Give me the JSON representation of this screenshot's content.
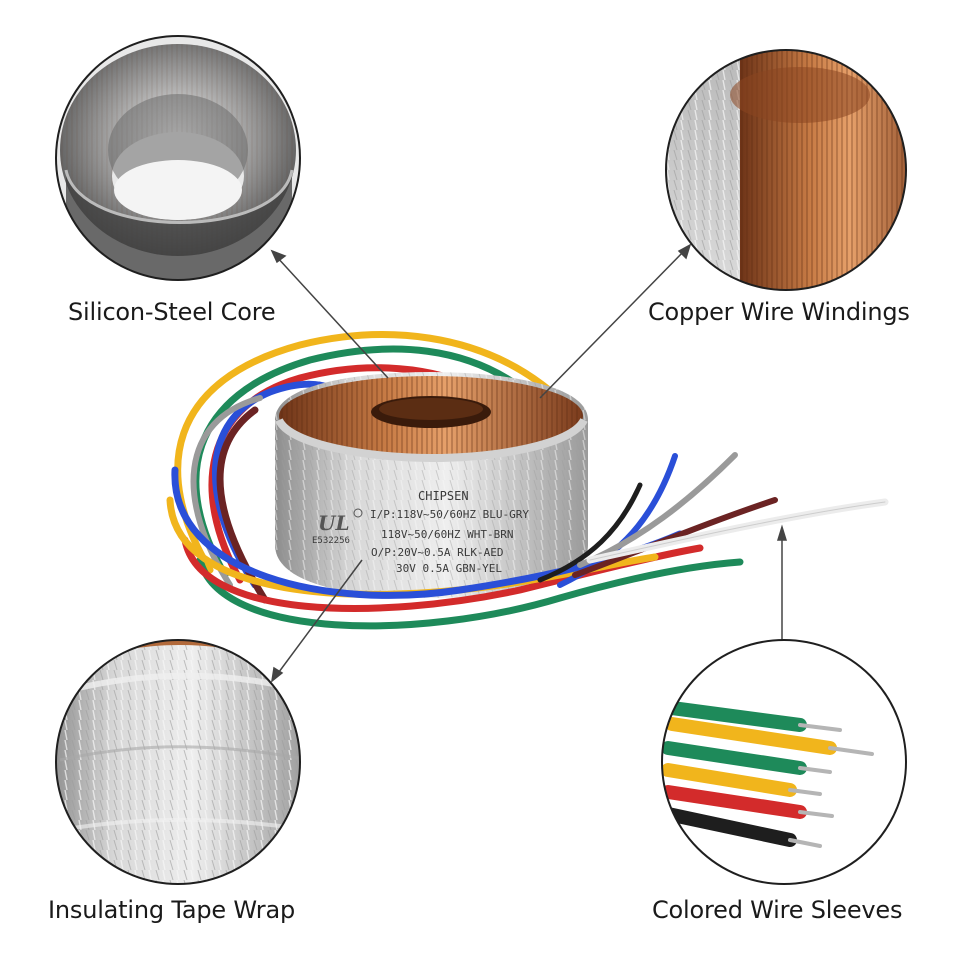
{
  "callouts": {
    "core": "Silicon-Steel Core",
    "copper": "Copper Wire Windings",
    "tape": "Insulating Tape Wrap",
    "sleeves": "Colored Wire Sleeves"
  },
  "label_text": {
    "brand": "CHIPSEN",
    "line1": "I/P:118V~50/60HZ BLU-GRY",
    "line2": "118V~50/60HZ WHT-BRN",
    "line3": "O/P:20V~0.5A RLK-AED",
    "line4": "30V 0.5A GBN-YEL",
    "cert": "E532256"
  },
  "colors": {
    "copper": "#b8693a",
    "tape": "#c9c9c9",
    "wire_yellow": "#f1b51c",
    "wire_green": "#1e8a5a",
    "wire_red": "#d32b2b",
    "wire_blue": "#2a4fd8",
    "wire_brown": "#6b2323",
    "wire_gray": "#9a9a9a",
    "wire_white": "#ececec",
    "wire_black": "#1e1e1e"
  }
}
